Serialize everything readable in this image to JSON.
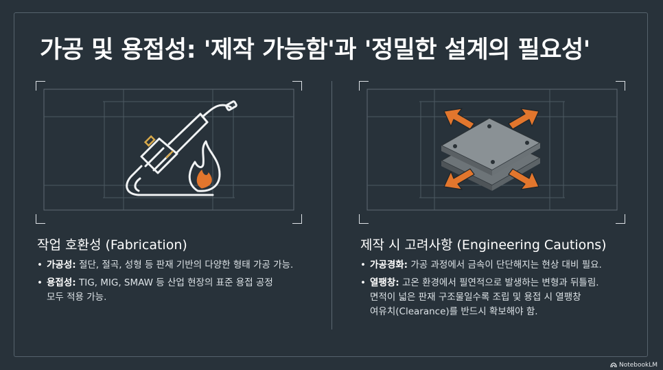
{
  "slide": {
    "title": "가공 및 용접성: '제작 가능함'과 '정밀한 설계의 필요성'"
  },
  "left": {
    "heading": "작업 호환성 (Fabrication)",
    "icons": [
      "welding-torch-icon",
      "flame-icon"
    ],
    "bullets": [
      {
        "label": "가공성:",
        "text": " 절단, 절곡, 성형 등 판재 기반의 다양한 형태 가공 가능."
      },
      {
        "label": "용접성:",
        "text": " TIG, MIG, SMAW 등 산업 현장의 표준 용접 공정",
        "text2": "모두 적용 가능."
      }
    ]
  },
  "right": {
    "heading": "제작 시 고려사항 (Engineering Cautions)",
    "icons": [
      "expanding-plates-icon"
    ],
    "bullets": [
      {
        "label": "가공경화:",
        "text": " 가공 과정에서 금속이 단단해지는 현상 대비 필요."
      },
      {
        "label": "열팽창:",
        "text": " 고온 환경에서 필연적으로 발생하는 변형과 뒤틀림.",
        "text2": "면적이 넓은 판재 구조물일수록 조립 및 용접 시 열팽창",
        "text3": "여유치(Clearance)를 반드시 확보해야 함."
      }
    ]
  },
  "colors": {
    "background": "#28323a",
    "accent_orange": "#e2762d",
    "plate_gray": "#7d8488"
  },
  "brand": {
    "name": "NotebookLM"
  }
}
